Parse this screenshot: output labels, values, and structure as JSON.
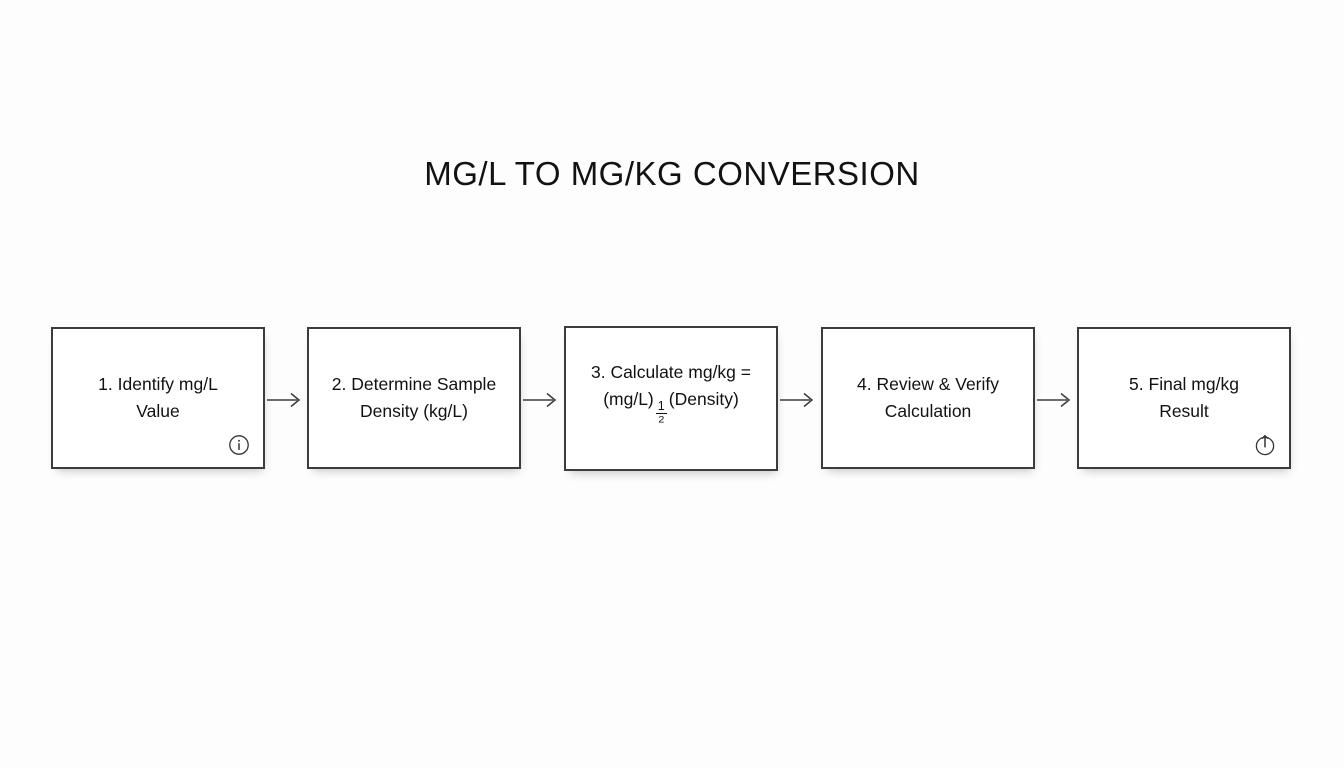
{
  "diagram": {
    "title": "MG/L TO MG/KG CONVERSION",
    "type": "horizontal-process-flow",
    "background_color": "#fdfdfd",
    "border_color": "#3c3c3c",
    "text_color": "#121212",
    "node_fill": "#ffffff",
    "steps": [
      {
        "number": "1",
        "label": "1. Identify mg/L\nValue",
        "icon": "info-circle-icon",
        "has_icon": true
      },
      {
        "number": "2",
        "label": "2. Determine Sample\nDensity (kg/L)",
        "icon": null,
        "has_icon": false
      },
      {
        "number": "3",
        "label": "3. Calculate mg/kg =",
        "formula": {
          "prefix": "(mg/L)",
          "fraction_numerator": "1",
          "fraction_denominator": "2",
          "suffix": "(Density)",
          "plain_text": "(mg/L) 1/2 (Density)"
        },
        "icon": null,
        "has_icon": false
      },
      {
        "number": "4",
        "label": "4. Review & Verify\nCalculation",
        "icon": null,
        "has_icon": false
      },
      {
        "number": "5",
        "label": "5. Final mg/kg\nResult",
        "icon": "power-upload-circle-icon",
        "has_icon": true
      }
    ],
    "connectors": [
      {
        "from": "1",
        "to": "2",
        "style": "arrow-right"
      },
      {
        "from": "2",
        "to": "3",
        "style": "arrow-right"
      },
      {
        "from": "3",
        "to": "4",
        "style": "arrow-right"
      },
      {
        "from": "4",
        "to": "5",
        "style": "arrow-right"
      }
    ]
  }
}
